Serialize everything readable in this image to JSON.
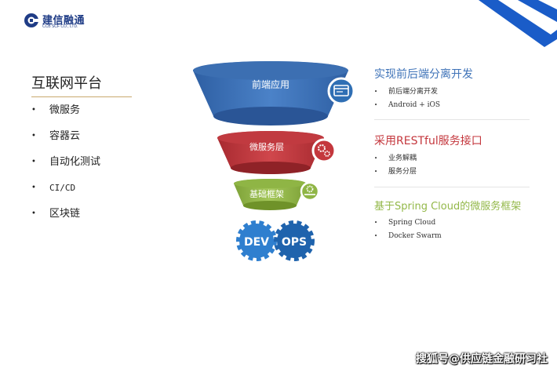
{
  "logo": {
    "name": "建信融通",
    "sub": "CCB SCF CO., LTD."
  },
  "left": {
    "title": "互联网平台",
    "items": [
      "微服务",
      "容器云",
      "自动化测试",
      "CI/CD",
      "区块链"
    ],
    "bullet": "•"
  },
  "funnel": {
    "layers": [
      {
        "label": "前端应用",
        "color": "#3f73b8",
        "icon": "window-icon"
      },
      {
        "label": "微服务层",
        "color": "#c4373d",
        "icon": "gears-icon"
      },
      {
        "label": "基础框架",
        "color": "#93b849",
        "icon": "gear-hand-icon"
      }
    ],
    "dev": "DEV",
    "ops": "OPS",
    "gear_color": "#2f7fcf"
  },
  "sections": [
    {
      "title": "实现前后端分离开发",
      "color": "#3f73b8",
      "items": [
        "前后端分离开发",
        "Android + iOS"
      ]
    },
    {
      "title": "采用RESTful服务接口",
      "color": "#c4373d",
      "items": [
        "业务解耦",
        "服务分层"
      ]
    },
    {
      "title": "基于Spring Cloud的微服务框架",
      "color": "#93b849",
      "items": [
        "Spring Cloud",
        "Docker Swarm"
      ]
    }
  ],
  "watermark": "搜狐号@供应链金融研习社"
}
